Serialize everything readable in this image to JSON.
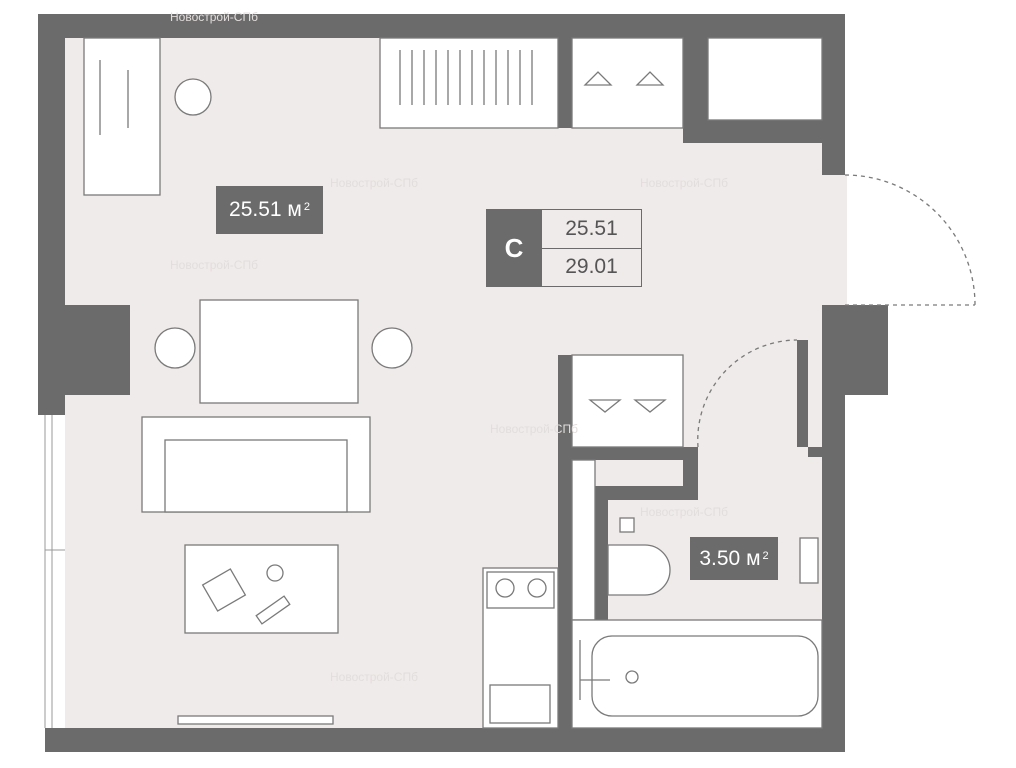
{
  "plan": {
    "main_room_area": "25.51 м",
    "bathroom_area": "3.50 м",
    "area_unit_sup": "2",
    "apartment_type": "С",
    "living_area": "25.51",
    "total_area": "29.01"
  },
  "watermark": "Новострой-СПб",
  "colors": {
    "wall": "#6b6b6b",
    "floor": "#efebea",
    "furniture": "#ffffff",
    "stroke": "#7a7a7a"
  }
}
